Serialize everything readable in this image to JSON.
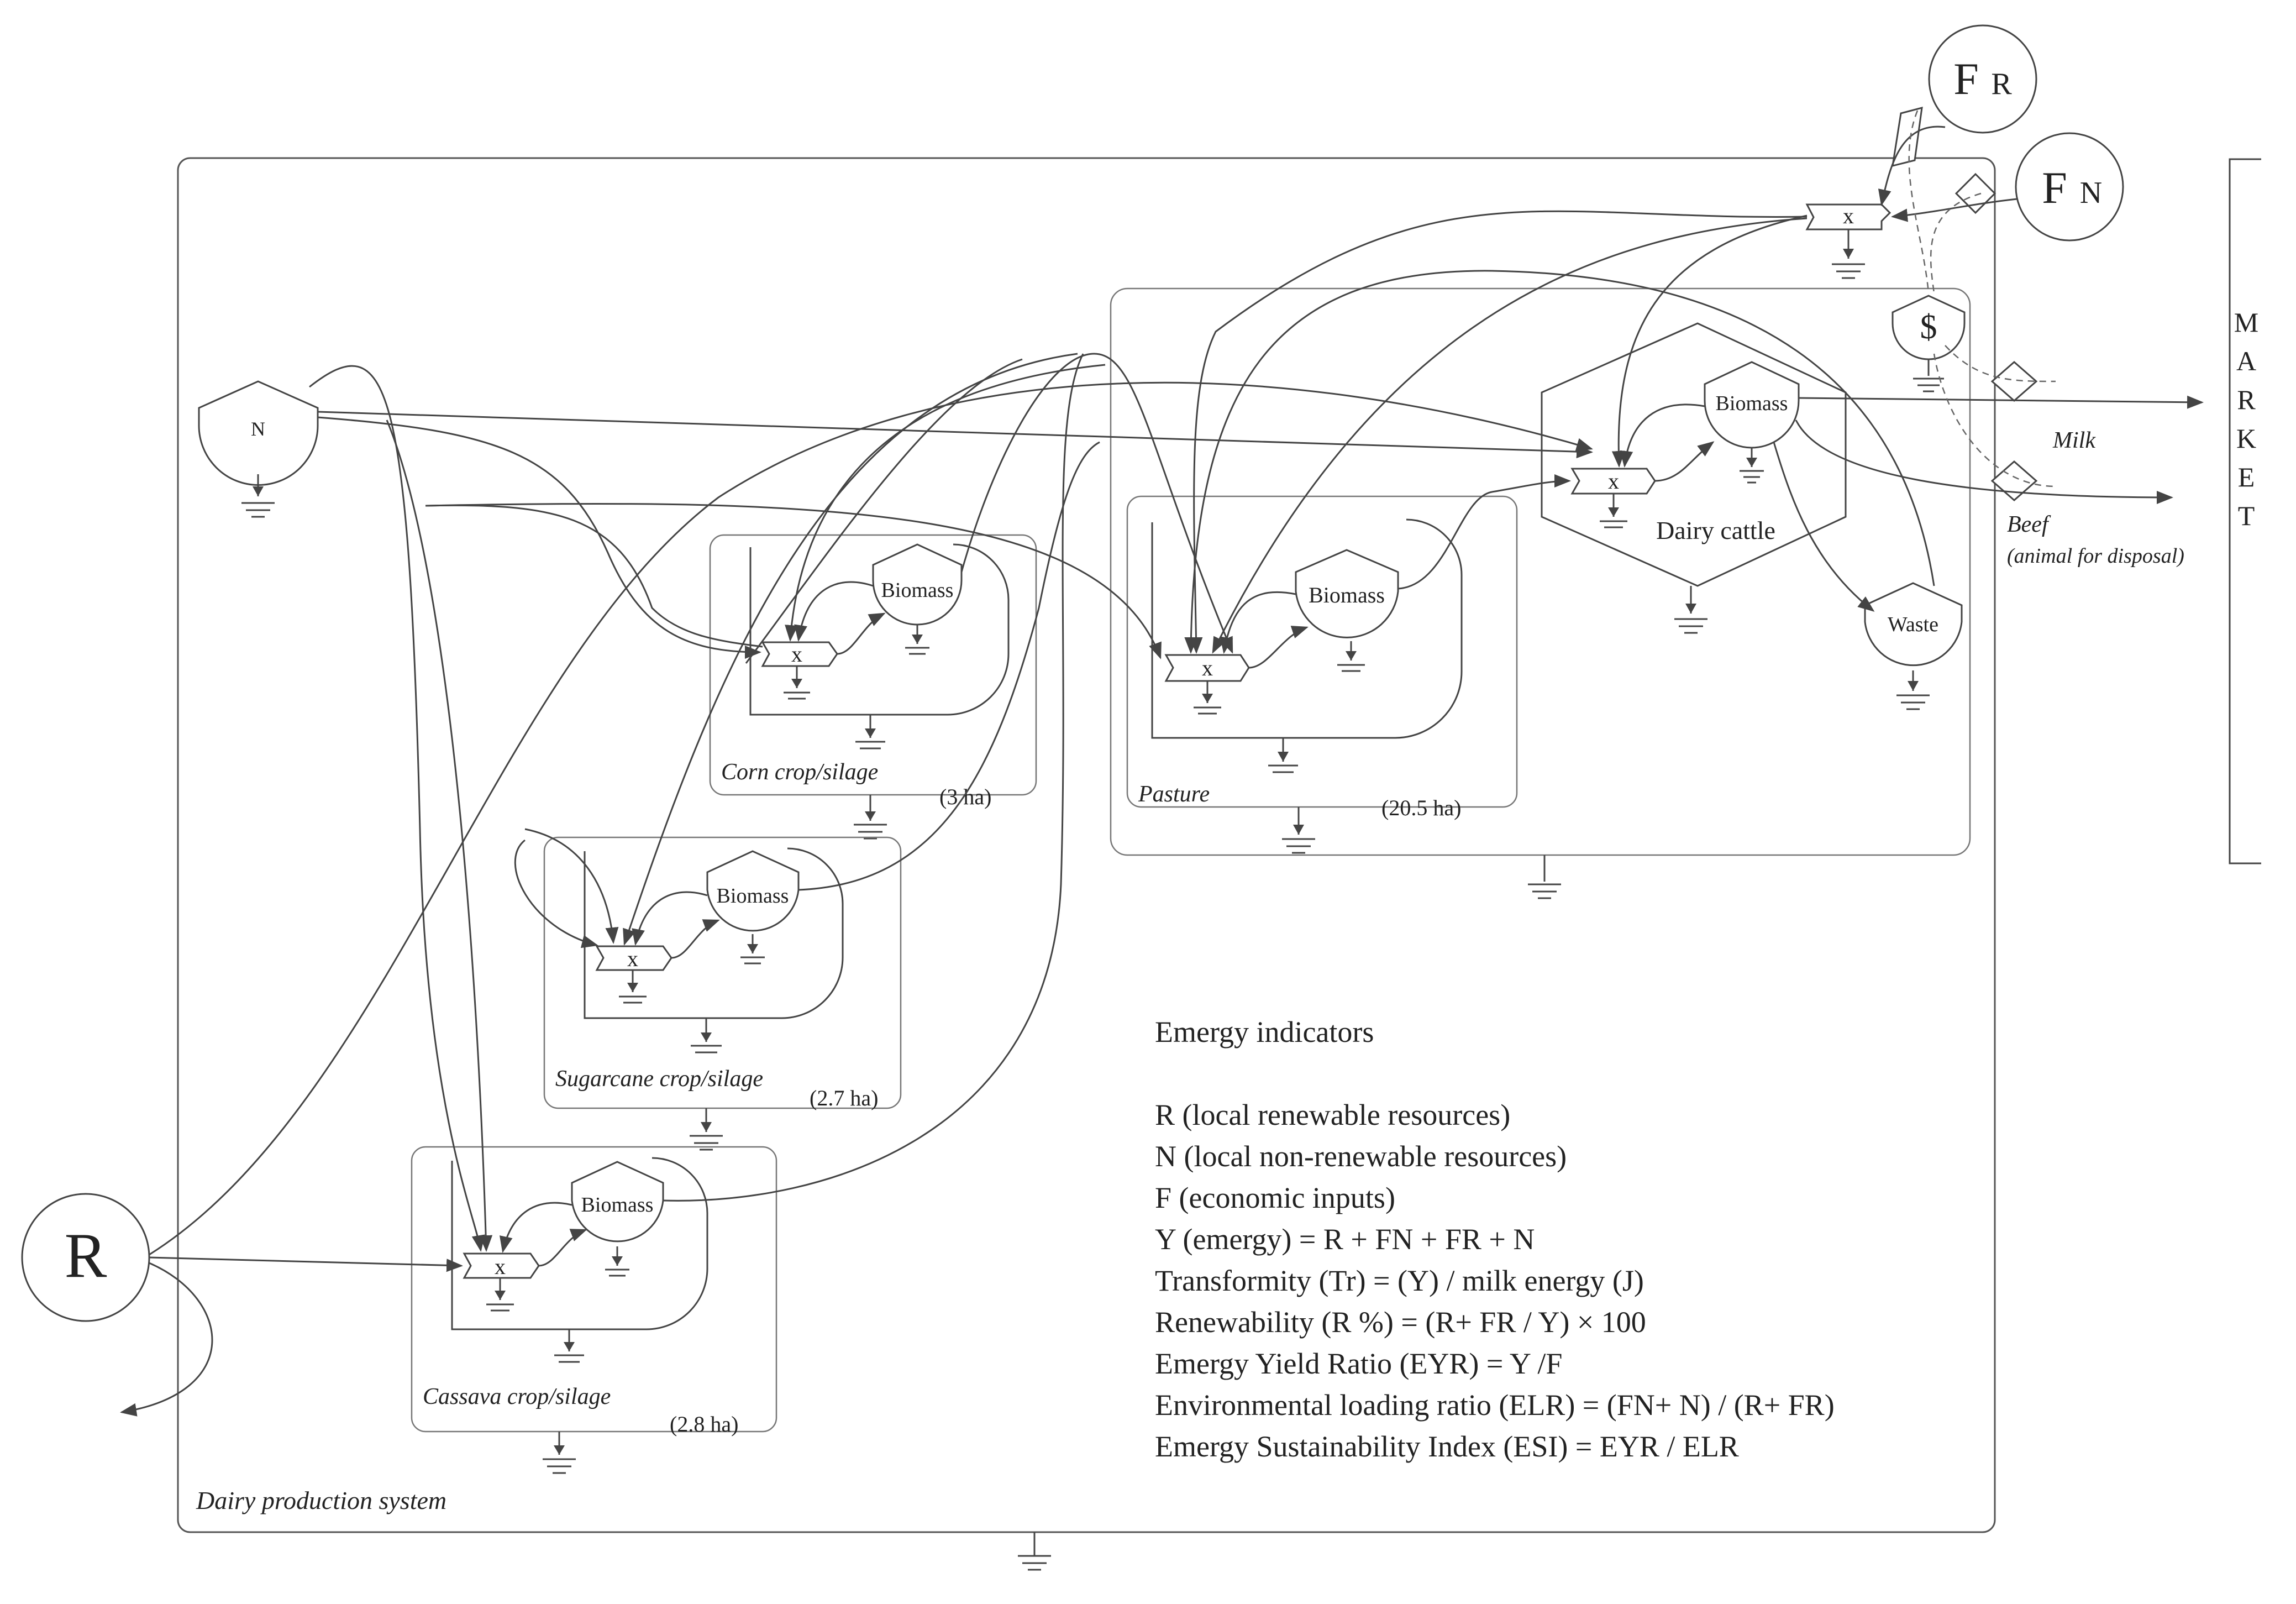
{
  "sources": {
    "r": "R",
    "n": "N",
    "fr_main": "F",
    "fr_sub": "R",
    "fn_main": "F",
    "fn_sub": "N",
    "money": "$"
  },
  "system": {
    "label": "Dairy production system"
  },
  "subsystems": {
    "corn": {
      "label": "Corn crop/silage",
      "area": "(3 ha)"
    },
    "sugarcane": {
      "label": "Sugarcane crop/silage",
      "area": "(2.7 ha)"
    },
    "cassava": {
      "label": "Cassava crop/silage",
      "area": "(2.8 ha)"
    },
    "pasture": {
      "label": "Pasture",
      "area": "(20.5 ha)"
    },
    "dairy": {
      "label": "Dairy cattle"
    }
  },
  "nodes": {
    "biomass": "Biomass",
    "waste": "Waste",
    "multiplier": "x"
  },
  "outputs": {
    "milk": "Milk",
    "beef": "Beef",
    "beef_note": "(animal for disposal)"
  },
  "market": [
    "M",
    "A",
    "R",
    "K",
    "E",
    "T"
  ],
  "indicators": {
    "title": "Emergy indicators",
    "lines": [
      "R (local renewable resources)",
      "N (local non-renewable resources)",
      "F (economic inputs)",
      "Y  (emergy) = R + FN + FR + N",
      "Transformity (Tr) = (Y) / milk energy (J)",
      "Renewability (R %) = (R+ FR / Y) ×  100",
      "Emergy Yield Ratio (EYR) = Y /F",
      "Environmental loading ratio (ELR) = (FN+ N) / (R+ FR)",
      "Emergy Sustainability Index (ESI) = EYR / ELR"
    ]
  }
}
